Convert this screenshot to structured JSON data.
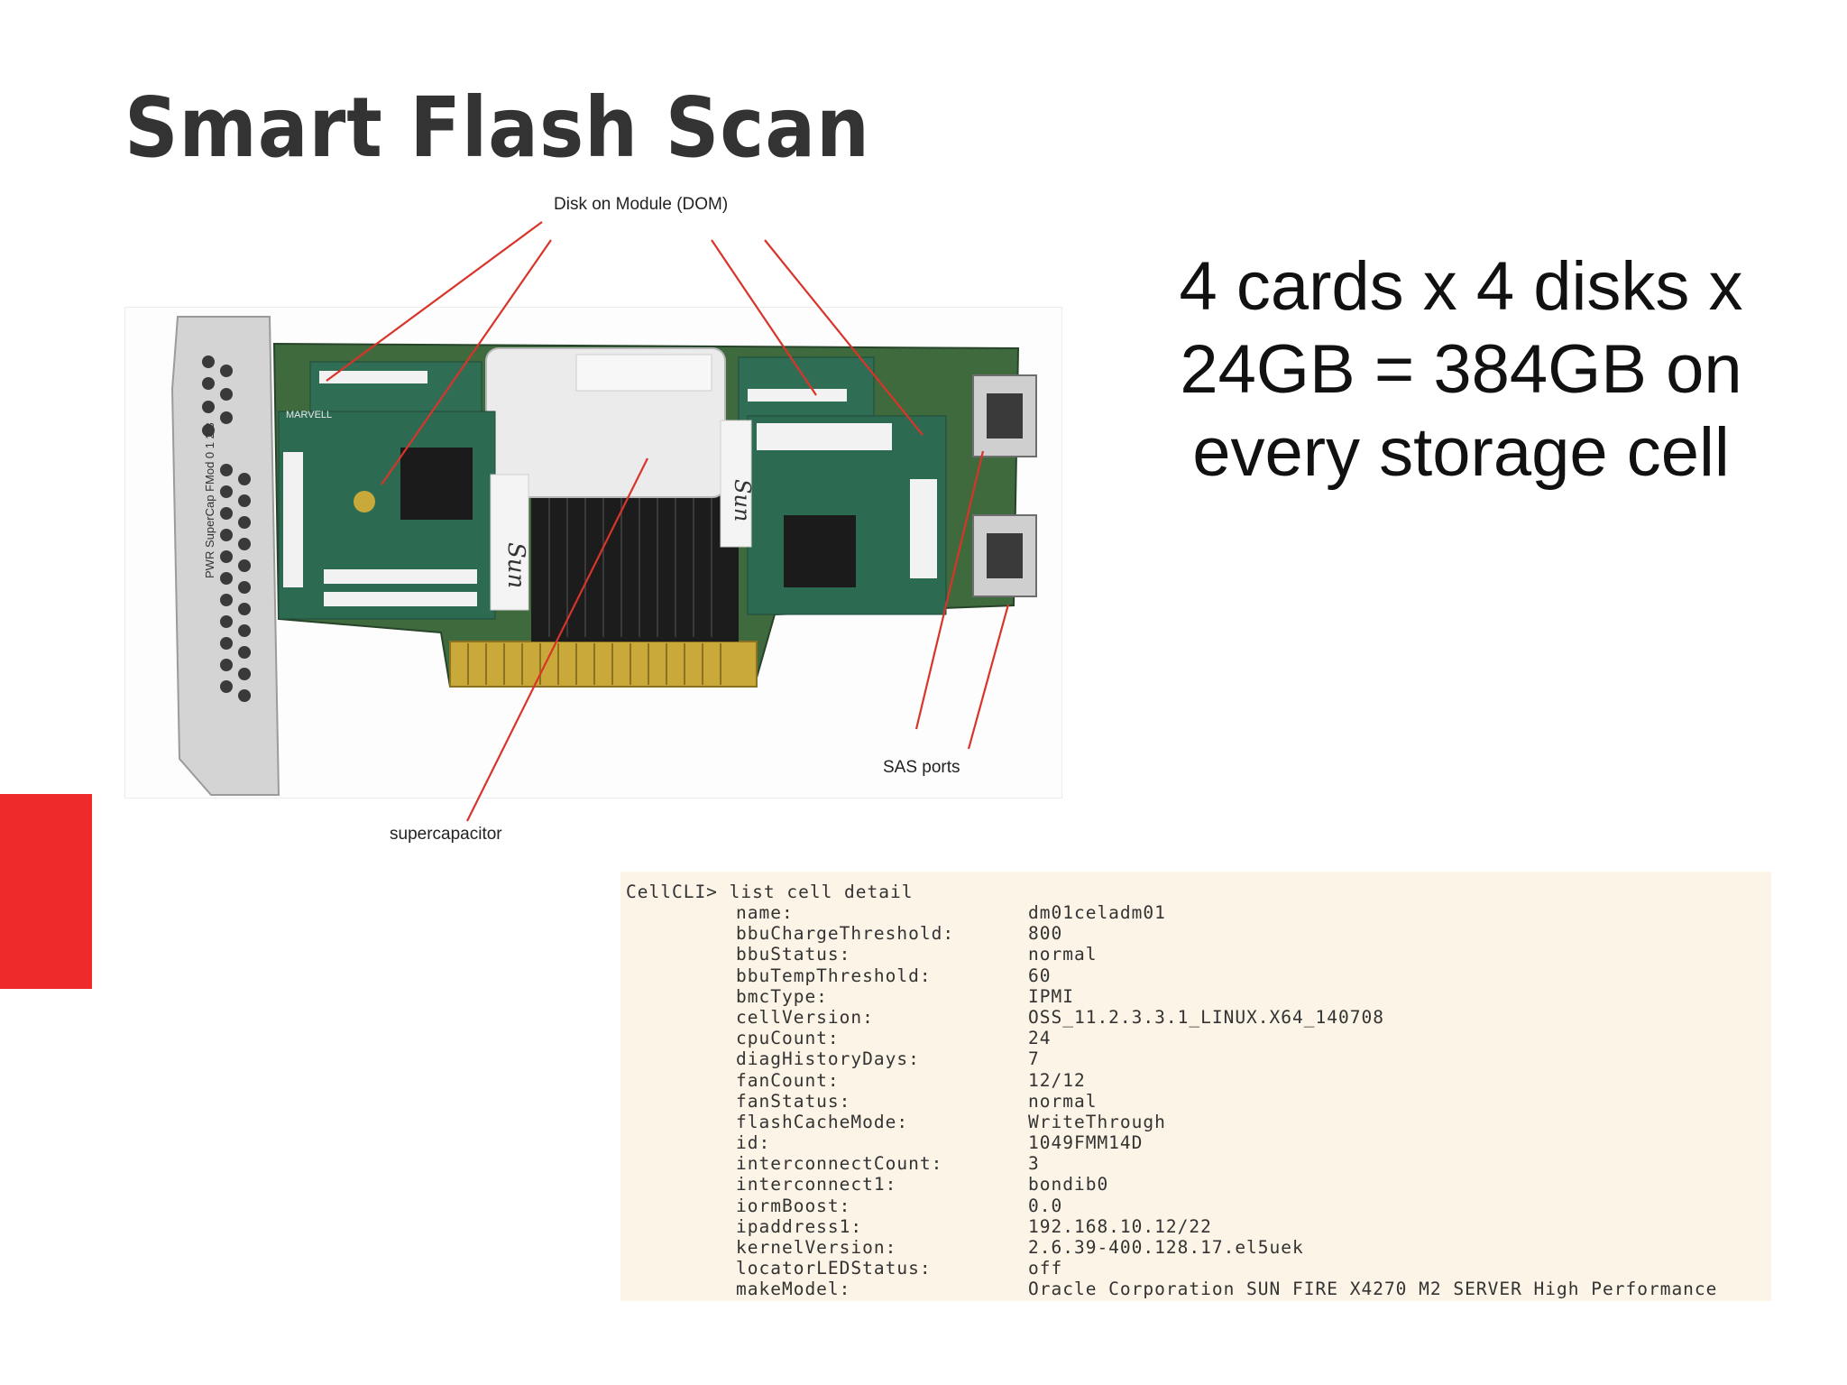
{
  "slide": {
    "title": "Smart Flash Scan",
    "summary_lines": [
      "4 cards x 4 disks x",
      "24GB = 384GB on",
      "every storage cell"
    ]
  },
  "figure": {
    "callouts": {
      "dom": "Disk on Module (DOM)",
      "sas": "SAS ports",
      "supercap": "supercapacitor"
    },
    "board_labels": {
      "brand": "Sun",
      "chip_vendor": "MARVELL",
      "bracket": "PWR  SuperCap  FMod 0 1 2 3"
    }
  },
  "terminal": {
    "prompt": "CellCLI> list cell detail",
    "rows": [
      {
        "key": "name:",
        "value": "dm01celadm01"
      },
      {
        "key": "bbuChargeThreshold:",
        "value": "800"
      },
      {
        "key": "bbuStatus:",
        "value": "normal"
      },
      {
        "key": "bbuTempThreshold:",
        "value": "60"
      },
      {
        "key": "bmcType:",
        "value": "IPMI"
      },
      {
        "key": "cellVersion:",
        "value": "OSS_11.2.3.3.1_LINUX.X64_140708"
      },
      {
        "key": "cpuCount:",
        "value": "24"
      },
      {
        "key": "diagHistoryDays:",
        "value": "7"
      },
      {
        "key": "fanCount:",
        "value": "12/12"
      },
      {
        "key": "fanStatus:",
        "value": "normal"
      },
      {
        "key": "flashCacheMode:",
        "value": "WriteThrough"
      },
      {
        "key": "id:",
        "value": "1049FMM14D"
      },
      {
        "key": "interconnectCount:",
        "value": "3"
      },
      {
        "key": "interconnect1:",
        "value": "bondib0"
      },
      {
        "key": "iormBoost:",
        "value": "0.0"
      },
      {
        "key": "ipaddress1:",
        "value": "192.168.10.12/22"
      },
      {
        "key": "kernelVersion:",
        "value": "2.6.39-400.128.17.el5uek"
      },
      {
        "key": "locatorLEDStatus:",
        "value": "off"
      },
      {
        "key": "makeModel:",
        "value": "Oracle Corporation SUN FIRE X4270 M2 SERVER High Performance"
      }
    ],
    "highlight_color": "#e8282a"
  }
}
